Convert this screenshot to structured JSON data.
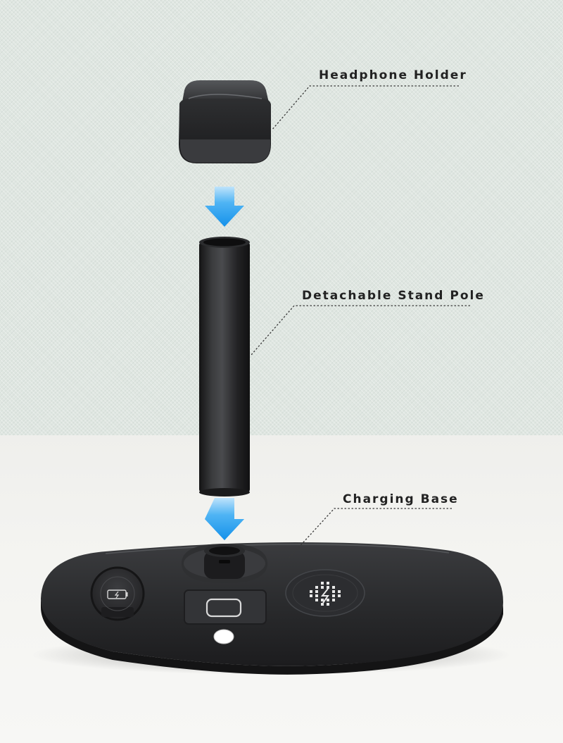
{
  "labels": {
    "headphone_holder": "Headphone Holder",
    "stand_pole": "Detachable Stand Pole",
    "charging_base": "Charging Base"
  },
  "colors": {
    "arrow": "#1e9ff2",
    "product": "#1f1f21",
    "wall": "#dfe6e1",
    "desk": "#f3f3f0",
    "indicator": "#ffffff"
  },
  "icons": [
    "down-arrow-icon",
    "battery-icon",
    "watch-charger-icon",
    "wireless-charging-icon"
  ]
}
